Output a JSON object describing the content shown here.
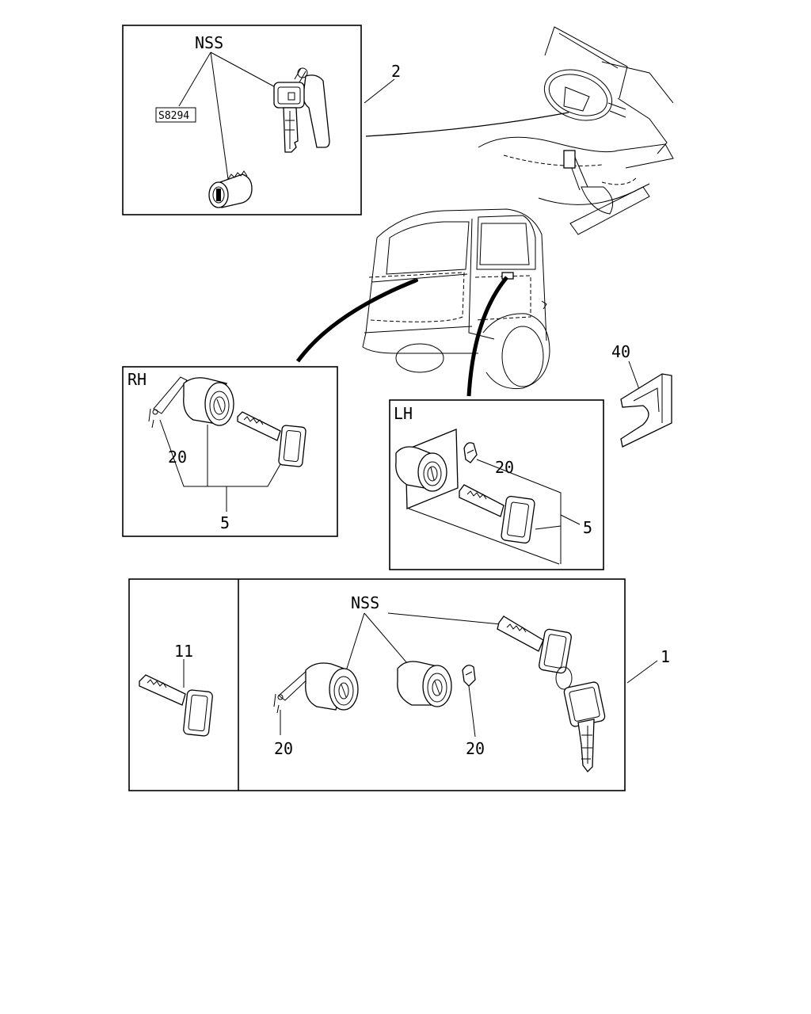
{
  "labels": {
    "nss_top": "NSS",
    "code_tag": "S8294",
    "callout_2": "2",
    "rh_title": "RH",
    "rh_callout_20": "20",
    "rh_callout_5": "5",
    "lh_title": "LH",
    "lh_callout_20": "20",
    "lh_callout_5": "5",
    "callout_40": "40",
    "callout_11": "11",
    "nss_bottom": "NSS",
    "callout_1": "1",
    "set_callout_20_left": "20",
    "set_callout_20_right": "20"
  }
}
